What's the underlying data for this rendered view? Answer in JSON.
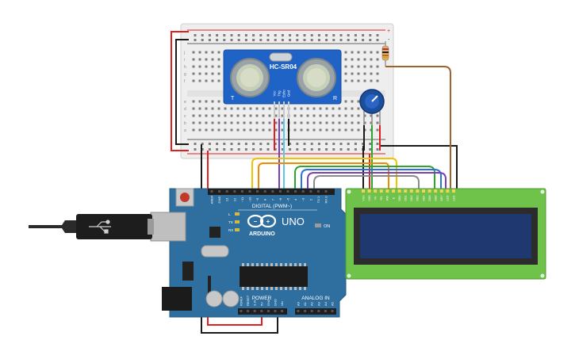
{
  "breadboard": {
    "rail_plus": "+",
    "rail_minus": "-",
    "row_letters_top": [
      "j",
      "i",
      "h",
      "g",
      "f"
    ],
    "row_letters_bottom": [
      "e",
      "d",
      "c",
      "b",
      "a"
    ]
  },
  "sensor": {
    "model": "HC-SR04",
    "left_mark": "T",
    "right_mark": "R",
    "pin_labels": [
      "Vcc",
      "Trig",
      "Echo",
      "Gnd"
    ]
  },
  "arduino": {
    "brand": "ARDUINO",
    "model": "UNO",
    "digital_header": "DIGITAL (PWM~)",
    "power_header": "POWER",
    "analog_header": "ANALOG IN",
    "on_label": "ON",
    "led_labels": [
      "L",
      "TX",
      "RX"
    ],
    "power_pins": [
      "IOREF",
      "RESET",
      "3.3V",
      "5V",
      "GND",
      "GND",
      "Vin"
    ],
    "analog_pins": [
      "A0",
      "A1",
      "A2",
      "A3",
      "A4",
      "A5"
    ],
    "digital_pins": [
      "AREF",
      "GND",
      "13",
      "12",
      "~11",
      "~10",
      "~9",
      "8",
      "7",
      "~6",
      "~5",
      "4",
      "~3",
      "2",
      "TX 1",
      "RX 0"
    ]
  },
  "lcd": {
    "pin_labels": [
      "VSS",
      "VDD",
      "V0",
      "RS",
      "RW",
      "E",
      "DB0",
      "DB1",
      "DB2",
      "DB3",
      "DB4",
      "DB5",
      "DB6",
      "DB7",
      "LED",
      "LED"
    ]
  },
  "colors": {
    "red": "#e02020",
    "black": "#1a1a1a",
    "brown": "#a0622d",
    "yellow": "#f2c200",
    "orange": "#f08a00",
    "green": "#2ea52e",
    "blue": "#2f6fe0",
    "purple": "#7a3fb8",
    "cyan": "#5fc6e8",
    "gray": "#8a8a8a",
    "board_blue": "#2f6f9f",
    "pcb_green": "#6fc24a",
    "lcd_glass": "#1f3970"
  }
}
